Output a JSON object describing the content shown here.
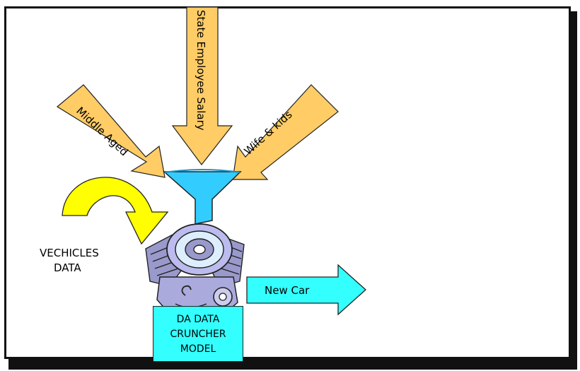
{
  "inputs": {
    "top": "State Employee Salary",
    "left": "Middle Aged",
    "right": "Wife & kids"
  },
  "side_input": {
    "line1": "VECHICLES",
    "line2": "DATA"
  },
  "output": "New Car",
  "model": {
    "line1": "DA DATA",
    "line2": "CRUNCHER",
    "line3": "MODEL"
  },
  "colors": {
    "input_arrow": "#ffcc66",
    "curved_arrow": "#ffff00",
    "funnel": "#33ccff",
    "output_arrow": "#33ffff",
    "model_box": "#33ffff",
    "engine": "#9999cc"
  },
  "icons": [
    "funnel-icon",
    "engine-icon"
  ]
}
